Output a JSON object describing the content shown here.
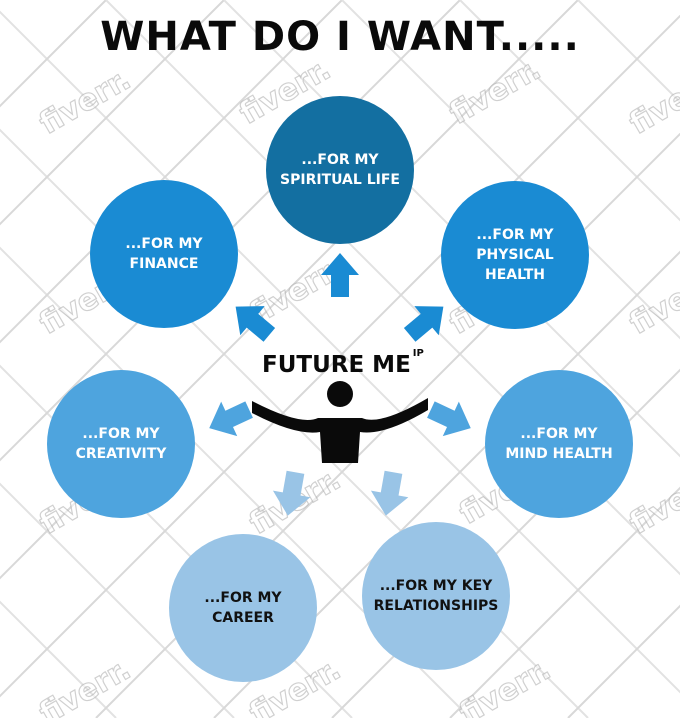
{
  "title": "WHAT DO I WANT.....",
  "center": {
    "label": "FUTURE ME",
    "superscript": "IP",
    "icon": "person-arms-open-icon"
  },
  "watermark": "fiverr.",
  "colors": {
    "spiritual": "#136fa1",
    "physical": "#1a8bd3",
    "finance": "#1a8bd3",
    "mind": "#4ea4de",
    "creativity": "#4ea4de",
    "career": "#99c4e6",
    "relationships": "#99c4e6"
  },
  "nodes": [
    {
      "id": "spiritual",
      "lines": [
        "...FOR MY",
        "SPIRITUAL LIFE"
      ]
    },
    {
      "id": "physical",
      "lines": [
        "...FOR MY",
        "PHYSICAL",
        "HEALTH"
      ]
    },
    {
      "id": "mind",
      "lines": [
        "...FOR MY",
        "MIND HEALTH"
      ]
    },
    {
      "id": "relationships",
      "lines": [
        "...FOR MY KEY",
        "RELATIONSHIPS"
      ]
    },
    {
      "id": "career",
      "lines": [
        "...FOR MY",
        "CAREER"
      ]
    },
    {
      "id": "creativity",
      "lines": [
        "...FOR MY",
        "CREATIVITY"
      ]
    },
    {
      "id": "finance",
      "lines": [
        "...FOR MY",
        "FINANCE"
      ]
    }
  ]
}
